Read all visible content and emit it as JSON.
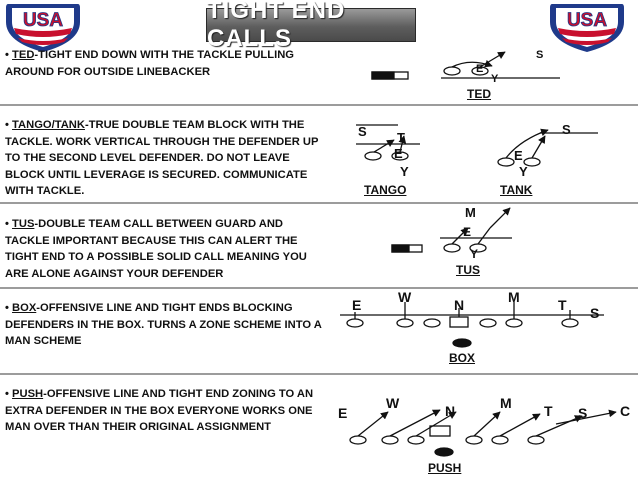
{
  "title": "TIGHT END CALLS",
  "logo": {
    "text": "USA",
    "colors": {
      "red": "#c8102e",
      "blue": "#1f3a8a",
      "white": "#ffffff"
    }
  },
  "calls": [
    {
      "name": "TED",
      "separator": "-",
      "description": "TIGHT END DOWN WITH THE TACKLE PULLING AROUND FOR OUTSIDE LINEBACKER",
      "label": "TED"
    },
    {
      "name": "TANGO/TANK",
      "separator": "-",
      "description": "TRUE DOUBLE TEAM BLOCK WITH THE TACKLE. WORK VERTICAL THROUGH THE DEFENDER UP TO THE SECOND LEVEL DEFENDER. DO NOT LEAVE BLOCK UNTIL LEVERAGE IS SECURED. COMMUNICATE WITH TACKLE.",
      "labels": [
        "TANGO",
        "TANK"
      ]
    },
    {
      "name": "TUS",
      "separator": "-",
      "description": "DOUBLE TEAM CALL BETWEEN GUARD AND TACKLE IMPORTANT BECAUSE THIS CAN ALERT THE TIGHT END TO A POSSIBLE SOLID CALL MEANING YOU ARE ALONE AGAINST YOUR DEFENDER",
      "label": "TUS"
    },
    {
      "name": "BOX",
      "separator": "-",
      "description": "OFFENSIVE LINE AND TIGHT ENDS BLOCKING DEFENDERS IN THE BOX. TURNS A ZONE SCHEME INTO A MAN SCHEME",
      "label": "BOX"
    },
    {
      "name": "PUSH",
      "separator": "-",
      "description": "OFFENSIVE LINE AND TIGHT END ZONING TO AN EXTRA DEFENDER IN THE BOX EVERYONE WORKS ONE MAN OVER THAN THEIR ORIGINAL ASSIGNMENT",
      "label": "PUSH"
    }
  ],
  "diagram_letters": {
    "ted": [
      "S",
      "E",
      "Y"
    ],
    "tango": [
      "S",
      "T",
      "E",
      "Y"
    ],
    "tank": [
      "S",
      "E",
      "Y"
    ],
    "tus": [
      "M",
      "E",
      "Y"
    ],
    "box": [
      "E",
      "W",
      "N",
      "M",
      "T",
      "S"
    ],
    "push": [
      "E",
      "W",
      "N",
      "M",
      "T",
      "S",
      "C"
    ]
  }
}
